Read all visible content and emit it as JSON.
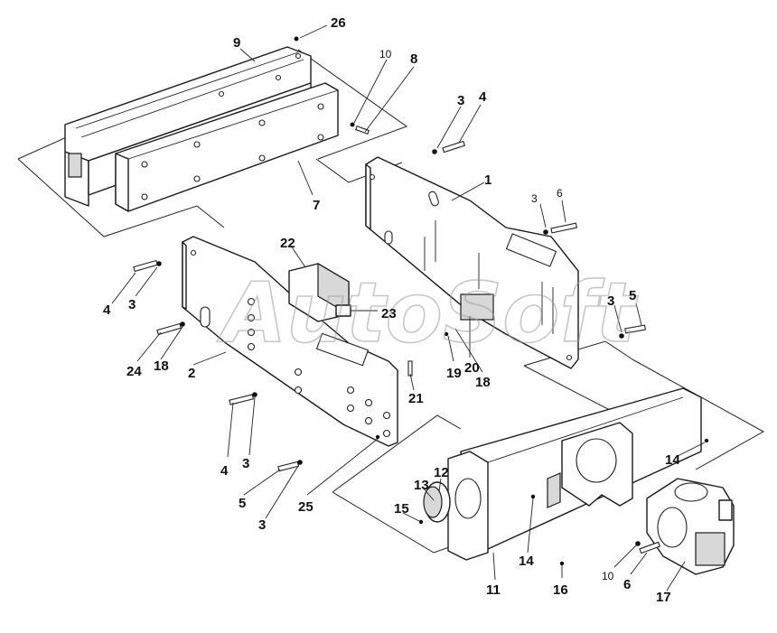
{
  "watermark": "AutoSoft",
  "colors": {
    "ink": "#1a1a1a",
    "paper": "#ffffff",
    "watermark": "#9a9a9a"
  },
  "callouts": [
    {
      "id": "26",
      "text": "26"
    },
    {
      "id": "9",
      "text": "9"
    },
    {
      "id": "10a",
      "text": "10"
    },
    {
      "id": "8",
      "text": "8"
    },
    {
      "id": "3a",
      "text": "3"
    },
    {
      "id": "4a",
      "text": "4"
    },
    {
      "id": "1",
      "text": "1"
    },
    {
      "id": "7",
      "text": "7"
    },
    {
      "id": "3b",
      "text": "3"
    },
    {
      "id": "6a",
      "text": "6"
    },
    {
      "id": "22",
      "text": "22"
    },
    {
      "id": "4b",
      "text": "4"
    },
    {
      "id": "3c",
      "text": "3"
    },
    {
      "id": "23",
      "text": "23"
    },
    {
      "id": "3d",
      "text": "3"
    },
    {
      "id": "5a",
      "text": "5"
    },
    {
      "id": "24",
      "text": "24"
    },
    {
      "id": "18a",
      "text": "18"
    },
    {
      "id": "2",
      "text": "2"
    },
    {
      "id": "19",
      "text": "19"
    },
    {
      "id": "20",
      "text": "20"
    },
    {
      "id": "18b",
      "text": "18"
    },
    {
      "id": "21",
      "text": "21"
    },
    {
      "id": "4c",
      "text": "4"
    },
    {
      "id": "3e",
      "text": "3"
    },
    {
      "id": "14a",
      "text": "14"
    },
    {
      "id": "5b",
      "text": "5"
    },
    {
      "id": "3f",
      "text": "3"
    },
    {
      "id": "25",
      "text": "25"
    },
    {
      "id": "13",
      "text": "13"
    },
    {
      "id": "12",
      "text": "12"
    },
    {
      "id": "15",
      "text": "15"
    },
    {
      "id": "14b",
      "text": "14"
    },
    {
      "id": "11",
      "text": "11"
    },
    {
      "id": "16",
      "text": "16"
    },
    {
      "id": "10b",
      "text": "10"
    },
    {
      "id": "6b",
      "text": "6"
    },
    {
      "id": "17",
      "text": "17"
    }
  ]
}
